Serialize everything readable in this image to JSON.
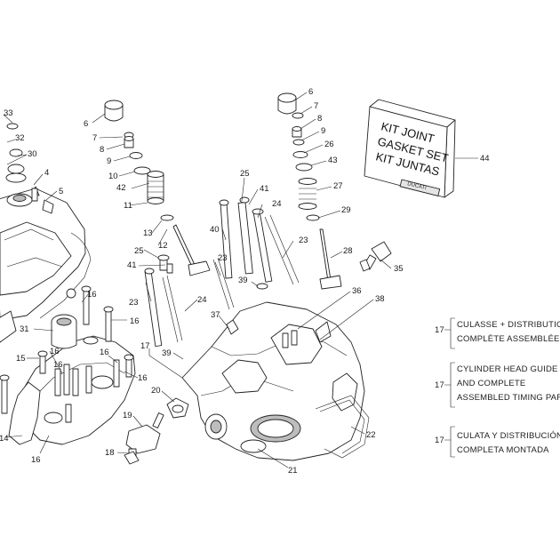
{
  "kit_box": {
    "lines": [
      "KIT JOINT",
      "GASKET SET",
      "KIT JUNTAS"
    ],
    "brand": "DUCATI"
  },
  "callouts": [
    "33",
    "32",
    "30",
    "4",
    "5",
    "6",
    "7",
    "8",
    "9",
    "10",
    "42",
    "11",
    "12",
    "13",
    "25",
    "41",
    "23",
    "24",
    "40",
    "39",
    "37",
    "17",
    "20",
    "19",
    "18",
    "16",
    "31",
    "15",
    "14",
    "26",
    "43",
    "27",
    "29",
    "28",
    "35",
    "36",
    "38",
    "22",
    "21",
    "44"
  ],
  "legend": [
    {
      "ref": "17",
      "lines": [
        "CULASSE + DISTRIBUTION",
        "COMPLÈTE ASSEMBLÉE"
      ]
    },
    {
      "ref": "17",
      "lines": [
        "CYLINDER HEAD GUIDE",
        "AND COMPLETE",
        "ASSEMBLED TIMING PAR"
      ]
    },
    {
      "ref": "17",
      "lines": [
        "CULATA Y DISTRIBUCIÓN",
        "COMPLETA MONTADA"
      ]
    }
  ]
}
